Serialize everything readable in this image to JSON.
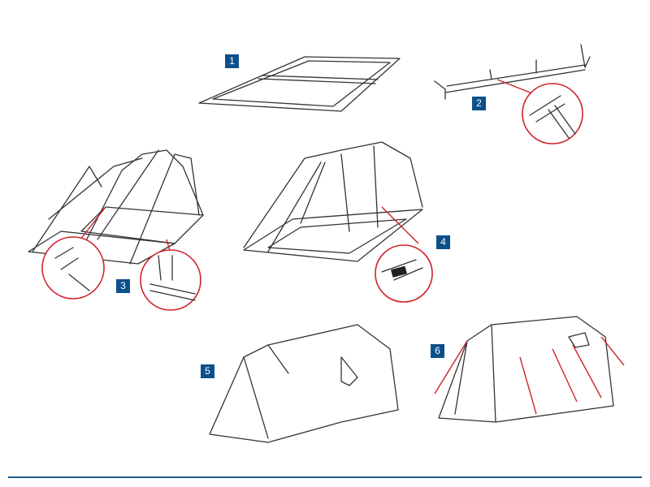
{
  "steps": [
    {
      "number": "1"
    },
    {
      "number": "2"
    },
    {
      "number": "3"
    },
    {
      "number": "4"
    },
    {
      "number": "5"
    },
    {
      "number": "6"
    }
  ],
  "colors": {
    "badge": "#0d4f8b",
    "callout": "#d0222a",
    "rule": "#1e5a8a",
    "line": "#333333"
  }
}
